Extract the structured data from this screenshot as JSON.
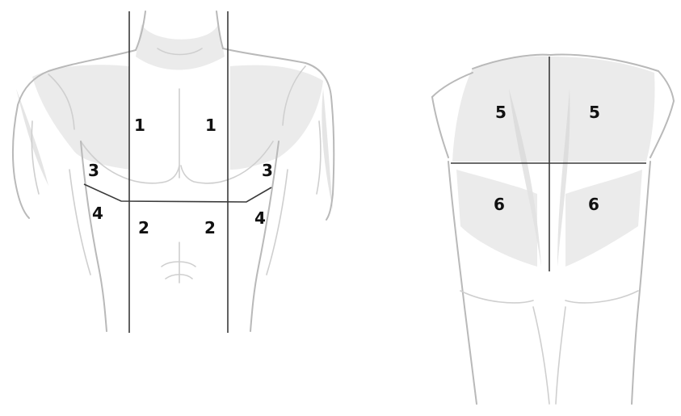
{
  "diagram": {
    "front_view": {
      "regions": [
        {
          "id": "front-upper-left",
          "label": "1"
        },
        {
          "id": "front-upper-right",
          "label": "1"
        },
        {
          "id": "front-lower-left",
          "label": "2"
        },
        {
          "id": "front-lower-right",
          "label": "2"
        },
        {
          "id": "front-lateral-upper-left",
          "label": "3"
        },
        {
          "id": "front-lateral-upper-right",
          "label": "3"
        },
        {
          "id": "front-lateral-lower-left",
          "label": "4"
        },
        {
          "id": "front-lateral-lower-right",
          "label": "4"
        }
      ]
    },
    "back_view": {
      "regions": [
        {
          "id": "back-upper-left",
          "label": "5"
        },
        {
          "id": "back-upper-right",
          "label": "5"
        },
        {
          "id": "back-lower-left",
          "label": "6"
        },
        {
          "id": "back-lower-right",
          "label": "6"
        }
      ]
    }
  },
  "colors": {
    "line": "#3a3a3a",
    "sketch": "#b9b9b9",
    "label": "#111111"
  }
}
